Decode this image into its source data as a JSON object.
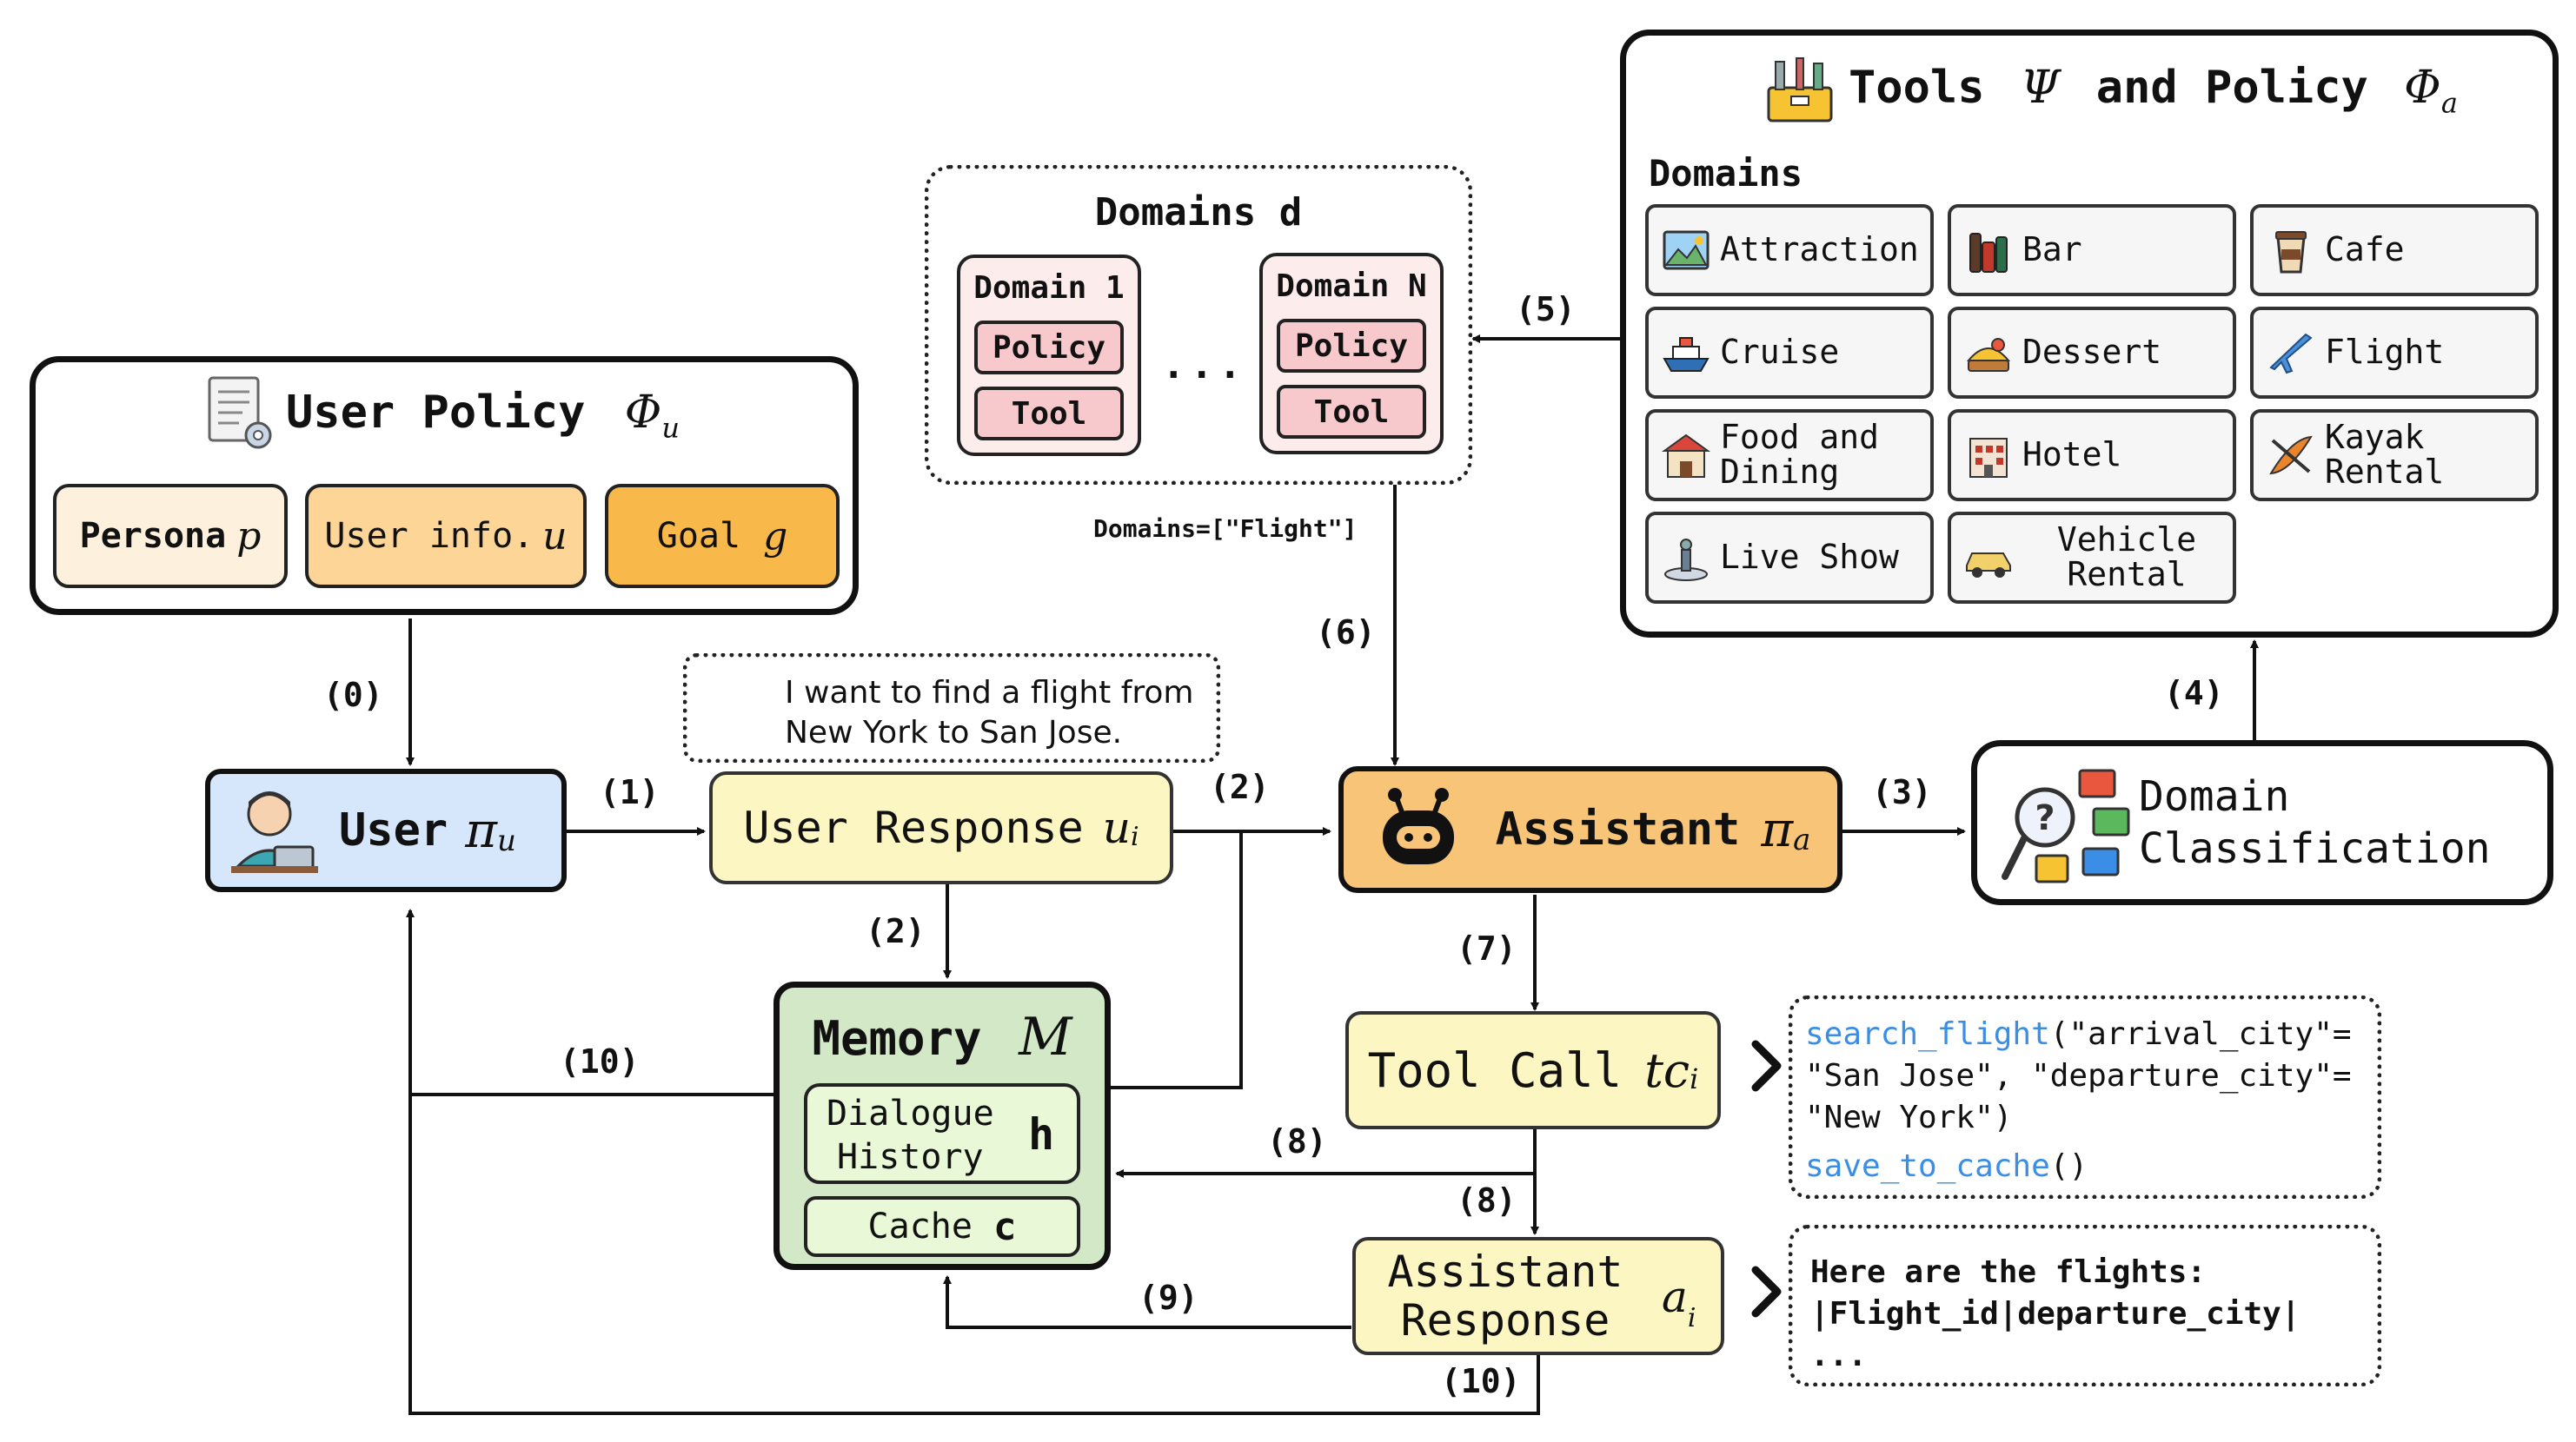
{
  "user_policy": {
    "title": "User Policy",
    "symbol": "Φ",
    "symbol_sub": "u",
    "persona": {
      "label": "Persona",
      "var": "p"
    },
    "user_info": {
      "label": "User info.",
      "var": "u"
    },
    "goal": {
      "label": "Goal",
      "var": "g"
    }
  },
  "domains_box": {
    "title": "Domains d",
    "domain1": "Domain 1",
    "domainN": "Domain N",
    "policy": "Policy",
    "tool": "Tool",
    "ellipsis": "...",
    "caption": "Domains=[\"Flight\"]"
  },
  "tools_panel": {
    "title_prefix": "Tools",
    "psi": "Ψ",
    "and_policy": "and Policy",
    "phi": "Φ",
    "phi_sub": "a",
    "domains_label": "Domains",
    "items": [
      {
        "label": "Attraction",
        "icon": "attraction-icon"
      },
      {
        "label": "Bar",
        "icon": "bar-icon"
      },
      {
        "label": "Cafe",
        "icon": "cafe-icon"
      },
      {
        "label": "Cruise",
        "icon": "cruise-icon"
      },
      {
        "label": "Dessert",
        "icon": "dessert-icon"
      },
      {
        "label": "Flight",
        "icon": "flight-icon"
      },
      {
        "label": "Food and Dining",
        "icon": "food-icon"
      },
      {
        "label": "Hotel",
        "icon": "hotel-icon"
      },
      {
        "label": "Kayak Rental",
        "icon": "kayak-icon"
      },
      {
        "label": "Live Show",
        "icon": "live-show-icon"
      },
      {
        "label": "Vehicle Rental",
        "icon": "vehicle-icon"
      }
    ]
  },
  "user": {
    "label": "User",
    "symbol": "π",
    "sub": "u"
  },
  "user_response": {
    "label": "User Response",
    "var": "u",
    "sub": "i"
  },
  "speech": {
    "line1": "I want to find a flight from",
    "line2": "New York to San Jose."
  },
  "assistant": {
    "label": "Assistant",
    "symbol": "π",
    "sub": "a"
  },
  "domain_classification": {
    "line1": "Domain",
    "line2": "Classification"
  },
  "memory": {
    "title": "Memory",
    "symbol": "M",
    "dialogue_line1": "Dialogue",
    "dialogue_line2": "History",
    "dialogue_var": "h",
    "cache": "Cache",
    "cache_var": "c"
  },
  "tool_call": {
    "label": "Tool Call",
    "var": "tc",
    "sub": "i"
  },
  "tool_call_code": {
    "fn1": "search_flight",
    "args1": "(\"arrival_city\"=",
    "args2": "\"San Jose\", \"departure_city\"=",
    "args3": "\"New York\")",
    "fn2": "save_to_cache",
    "args4": "()"
  },
  "assistant_response": {
    "line1": "Assistant",
    "line2": "Response",
    "var": "a",
    "sub": "i"
  },
  "response_text": {
    "line1": "Here are the flights:",
    "line2": "|Flight_id|departure_city|",
    "line3": "..."
  },
  "steps": {
    "s0": "(0)",
    "s1": "(1)",
    "s2a": "(2)",
    "s2b": "(2)",
    "s3": "(3)",
    "s4": "(4)",
    "s5": "(5)",
    "s6": "(6)",
    "s7": "(7)",
    "s8a": "(8)",
    "s8b": "(8)",
    "s9": "(9)",
    "s10a": "(10)",
    "s10b": "(10)"
  },
  "colors": {
    "persona": "#fdf0dc",
    "user_info": "#fcd597",
    "goal": "#f9b84a",
    "user_box": "#d6e6fb",
    "yellow_box": "#fcf6c2",
    "assistant_box": "#f8c477",
    "memory_box": "#d3e8c6",
    "memory_inner": "#e9f8d6",
    "domain_card": "#fdecec",
    "domain_pill": "#f8c9cc",
    "code_blue": "#3a8ee6"
  }
}
